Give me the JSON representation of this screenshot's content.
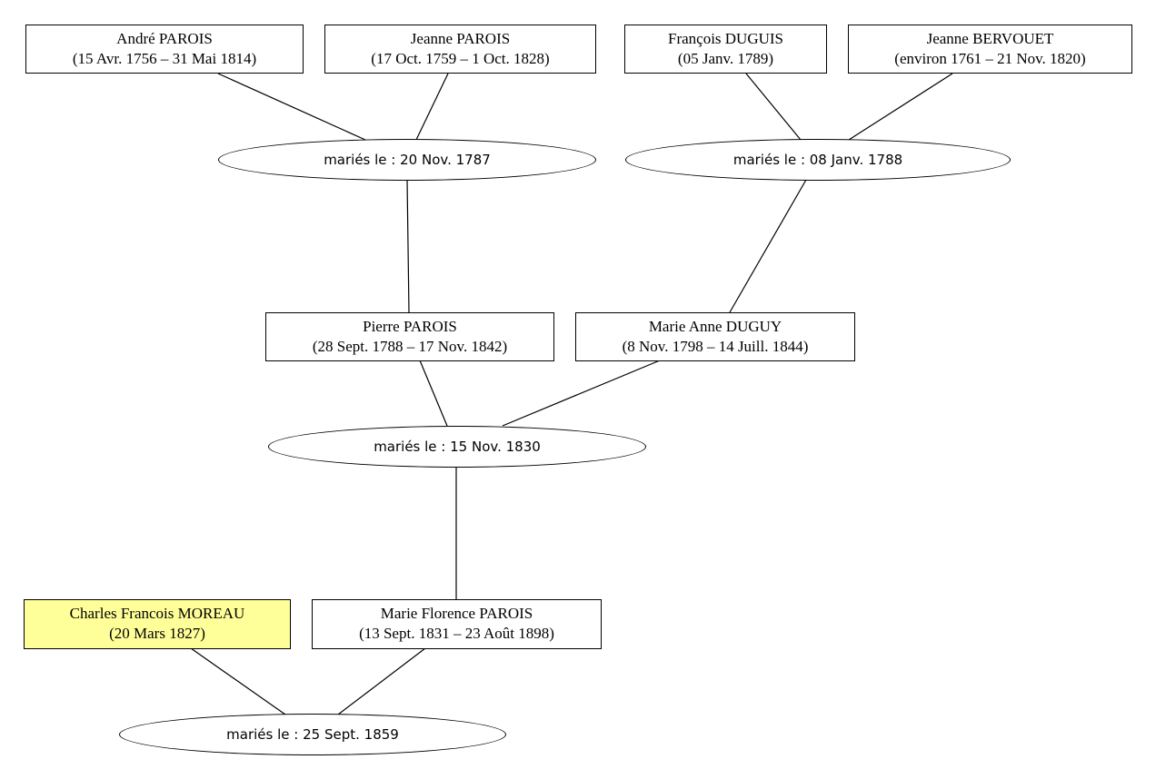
{
  "persons": [
    {
      "id": "andre",
      "name": "André PAROIS",
      "dates": "(15 Avr. 1756 – 31 Mai 1814)"
    },
    {
      "id": "jeanne-p",
      "name": "Jeanne PAROIS",
      "dates": "(17 Oct. 1759 – 1 Oct. 1828)"
    },
    {
      "id": "francois",
      "name": "François DUGUIS",
      "dates": "(05 Janv. 1789)"
    },
    {
      "id": "jeanne-b",
      "name": "Jeanne BERVOUET",
      "dates": "(environ 1761 – 21 Nov. 1820)"
    },
    {
      "id": "pierre",
      "name": "Pierre PAROIS",
      "dates": "(28 Sept. 1788 – 17 Nov. 1842)"
    },
    {
      "id": "marie-anne",
      "name": "Marie Anne DUGUY",
      "dates": "(8 Nov. 1798 – 14 Juill. 1844)"
    },
    {
      "id": "charles",
      "name": "Charles Francois MOREAU",
      "dates": "(20 Mars 1827)"
    },
    {
      "id": "marie-florence",
      "name": "Marie Florence PAROIS",
      "dates": "(13 Sept. 1831 – 23 Août 1898)"
    }
  ],
  "marriages": [
    {
      "id": "m1787",
      "label": "mariés le : 20 Nov. 1787"
    },
    {
      "id": "m1788",
      "label": "mariés le : 08 Janv. 1788"
    },
    {
      "id": "m1830",
      "label": "mariés le : 15 Nov. 1830"
    },
    {
      "id": "m1859",
      "label": "mariés le : 25 Sept. 1859"
    }
  ],
  "colors": {
    "highlight": "#ffff99",
    "line": "#000000",
    "background": "#ffffff"
  }
}
